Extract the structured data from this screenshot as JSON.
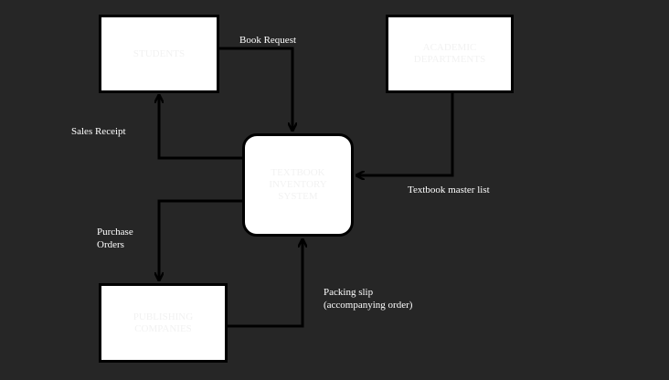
{
  "diagram": {
    "entities": {
      "students": "STUDENTS",
      "academic_departments": "ACADEMIC\nDEPARTMENTS",
      "publishing_companies": "PUBLISHING\nCOMPANIES"
    },
    "process": {
      "label": "TEXTBOOK\nINVENTORY\nSYSTEM"
    },
    "flows": {
      "book_request": "Book Request",
      "sales_receipt": "Sales Receipt",
      "textbook_master_list": "Textbook master list",
      "purchase_orders": "Purchase\nOrders",
      "packing_slip": "Packing slip\n(accompanying order)"
    }
  },
  "colors": {
    "background": "#262626",
    "box_fill": "#ffffff",
    "line": "#000000",
    "label_text": "#ffffff"
  }
}
